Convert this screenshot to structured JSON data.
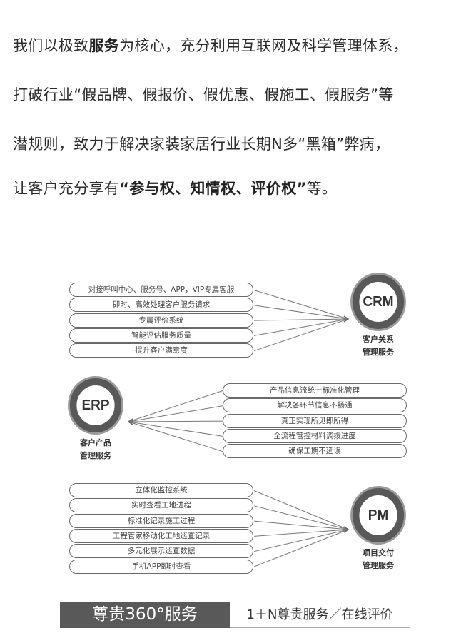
{
  "intro": {
    "line1": {
      "a": "我们以极致",
      "b": "服务",
      "c": "为核心，充分利用互联网及科学管理体系，"
    },
    "line2": "打破行业“假品牌、假报价、假优惠、假施工、假服务”等",
    "line3": "潜规则，致力于解决家装家居行业长期N多“黑箱”弊病，",
    "line4": {
      "a": "让客户充分享有",
      "b": "“参与权、知情权、评价权”",
      "c": "等。"
    }
  },
  "crm": {
    "name": "CRM",
    "label1": "客户关系",
    "label2": "管理服务",
    "items": [
      "对接呼叫中心、服务号、APP，VIP专属客服",
      "即时、高效处理客户服务请求",
      "专属评价系统",
      "智能评估服务质量",
      "提升客户满意度"
    ]
  },
  "erp": {
    "name": "ERP",
    "label1": "客户产品",
    "label2": "管理服务",
    "items": [
      "产品信息流统一标准化管理",
      "解决各环节信息不畅通",
      "真正实现所见即所得",
      "全流程管控材料调拨进度",
      "确保工期不延误"
    ]
  },
  "pm": {
    "name": "PM",
    "label1": "项目交付",
    "label2": "管理服务",
    "items": [
      "立体化监控系统",
      "实时查看工地进程",
      "标准化记录施工过程",
      "工程管家移动化工地巡查记录",
      "多元化展示巡查数据",
      "手机APP即时查看"
    ]
  },
  "footer": {
    "left": "尊贵360°服务",
    "right": "1＋N尊贵服务／在线评价"
  }
}
